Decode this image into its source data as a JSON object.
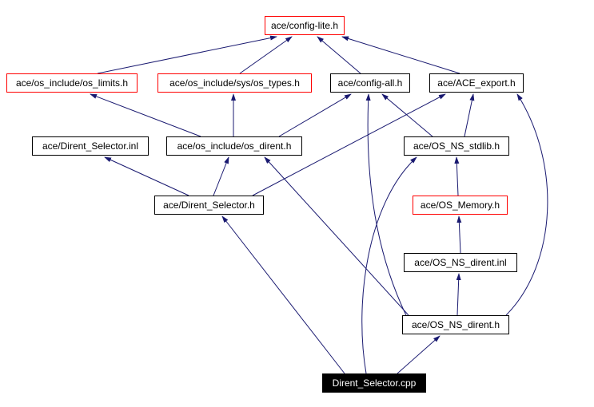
{
  "diagram": {
    "type": "include-dependency-graph",
    "focus_file": "Dirent_Selector.cpp",
    "colors": {
      "edge": "#191970",
      "node_border": "#000000",
      "truncated_node_border": "#ff0000",
      "node_bg": "#ffffff",
      "focus_node_bg": "#000000",
      "focus_node_text": "#ffffff"
    },
    "nodes": [
      {
        "id": "config-lite",
        "label": "ace/config-lite.h",
        "style": "truncated"
      },
      {
        "id": "os-limits",
        "label": "ace/os_include/os_limits.h",
        "style": "truncated"
      },
      {
        "id": "sys-os-types",
        "label": "ace/os_include/sys/os_types.h",
        "style": "truncated"
      },
      {
        "id": "config-all",
        "label": "ace/config-all.h",
        "style": "normal"
      },
      {
        "id": "ace-export",
        "label": "ace/ACE_export.h",
        "style": "normal"
      },
      {
        "id": "dirent-selector-inl",
        "label": "ace/Dirent_Selector.inl",
        "style": "normal"
      },
      {
        "id": "os-dirent",
        "label": "ace/os_include/os_dirent.h",
        "style": "normal"
      },
      {
        "id": "os-ns-stdlib",
        "label": "ace/OS_NS_stdlib.h",
        "style": "normal"
      },
      {
        "id": "dirent-selector-h",
        "label": "ace/Dirent_Selector.h",
        "style": "normal"
      },
      {
        "id": "os-memory",
        "label": "ace/OS_Memory.h",
        "style": "truncated"
      },
      {
        "id": "os-ns-dirent-inl",
        "label": "ace/OS_NS_dirent.inl",
        "style": "normal"
      },
      {
        "id": "os-ns-dirent-h",
        "label": "ace/OS_NS_dirent.h",
        "style": "normal"
      },
      {
        "id": "dirent-selector-cpp",
        "label": "Dirent_Selector.cpp",
        "style": "focus"
      }
    ],
    "edges": [
      {
        "from": "os-limits",
        "to": "config-lite"
      },
      {
        "from": "sys-os-types",
        "to": "config-lite"
      },
      {
        "from": "config-all",
        "to": "config-lite"
      },
      {
        "from": "ace-export",
        "to": "config-lite"
      },
      {
        "from": "os-dirent",
        "to": "os-limits"
      },
      {
        "from": "os-dirent",
        "to": "sys-os-types"
      },
      {
        "from": "os-dirent",
        "to": "config-all"
      },
      {
        "from": "dirent-selector-h",
        "to": "dirent-selector-inl"
      },
      {
        "from": "dirent-selector-h",
        "to": "os-dirent"
      },
      {
        "from": "dirent-selector-h",
        "to": "ace-export"
      },
      {
        "from": "os-ns-stdlib",
        "to": "config-all"
      },
      {
        "from": "os-ns-stdlib",
        "to": "ace-export"
      },
      {
        "from": "os-memory",
        "to": "os-ns-stdlib"
      },
      {
        "from": "os-ns-dirent-inl",
        "to": "os-memory"
      },
      {
        "from": "os-ns-dirent-h",
        "to": "os-ns-dirent-inl"
      },
      {
        "from": "os-ns-dirent-h",
        "to": "os-dirent"
      },
      {
        "from": "os-ns-dirent-h",
        "to": "ace-export"
      },
      {
        "from": "os-ns-dirent-h",
        "to": "config-all"
      },
      {
        "from": "dirent-selector-cpp",
        "to": "dirent-selector-h"
      },
      {
        "from": "dirent-selector-cpp",
        "to": "os-ns-dirent-h"
      },
      {
        "from": "dirent-selector-cpp",
        "to": "os-ns-stdlib"
      }
    ]
  }
}
